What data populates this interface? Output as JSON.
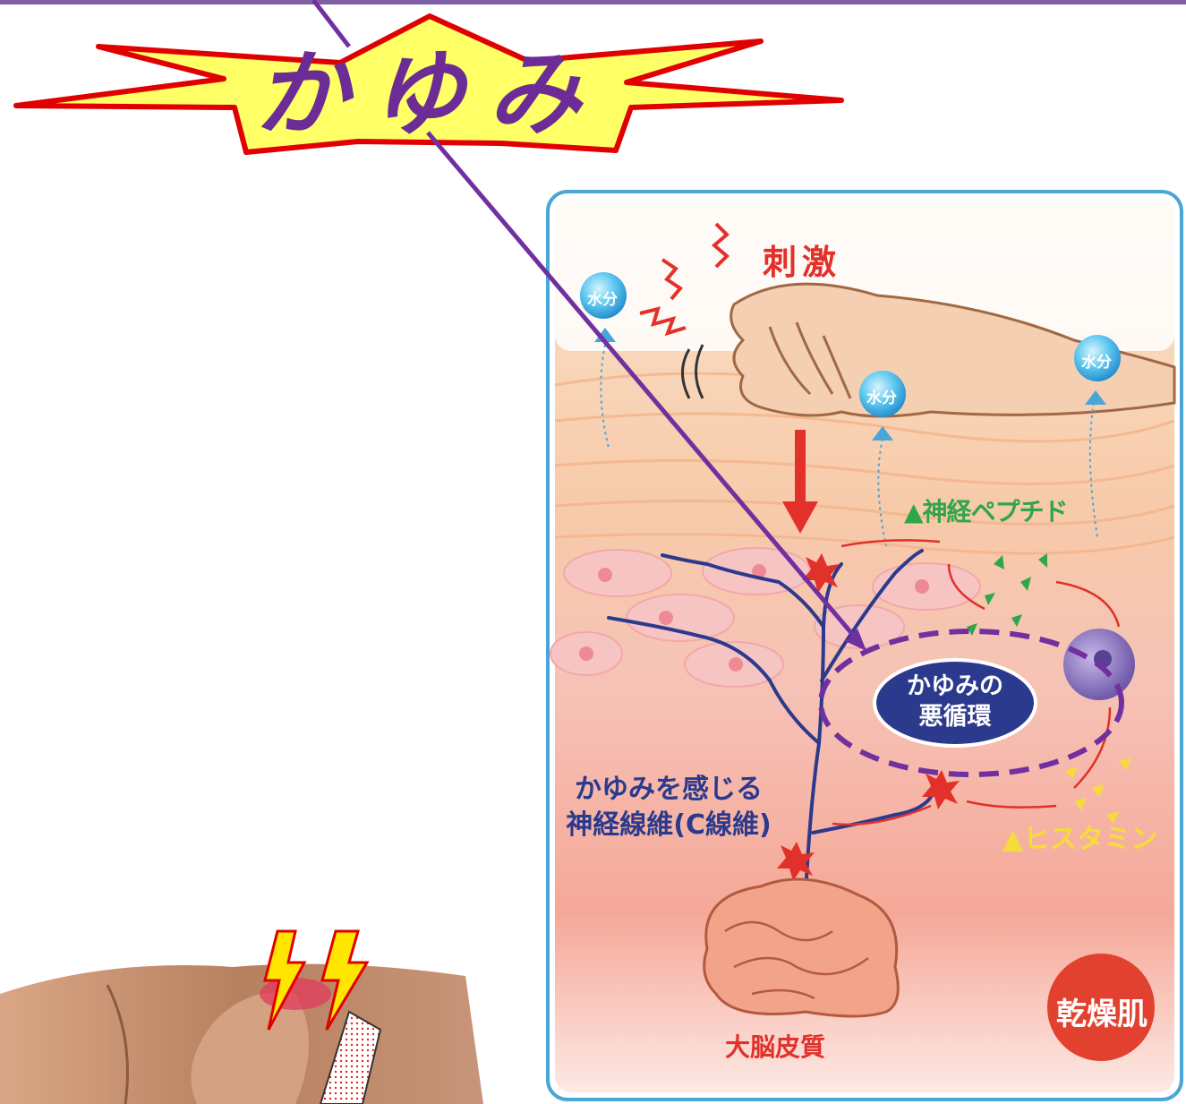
{
  "burst": {
    "text": "かゆみ"
  },
  "diagram": {
    "stimulus": "刺激",
    "water": "水分",
    "neuropeptide": "▲神経ペプチド",
    "vicious_cycle": {
      "line1": "かゆみの",
      "line2": "悪循環"
    },
    "nerve_fiber": {
      "line1": "かゆみを感じる",
      "line2": "神経線維(C線維)"
    },
    "histamine": "▲ヒスタミン",
    "cerebral_cortex": "大脳皮質",
    "dry_skin": "乾燥肌"
  },
  "colors": {
    "accent_purple": "#7030a0",
    "burst_fill": "#ffff66",
    "burst_outline": "#e00000",
    "stimulus_red": "#e2302a",
    "peptide_green": "#2fa64a",
    "histamine_yellow": "#f6dc3a",
    "nerve_blue": "#2b3a8c"
  },
  "icons": [
    "lightning-icon",
    "water-droplet-icon",
    "brain-icon",
    "scratching-hand-icon"
  ]
}
